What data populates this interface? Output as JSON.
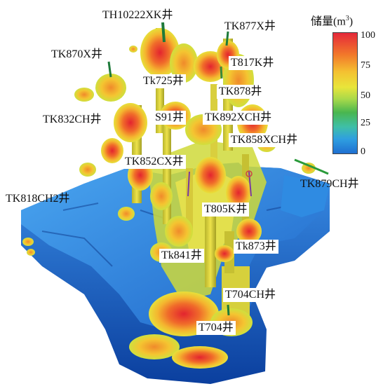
{
  "legend": {
    "title_main": "储量(m",
    "title_sup": "3",
    "title_end": ")",
    "ticks": [
      "100",
      "75",
      "50",
      "25",
      "0"
    ],
    "colors": {
      "high": "#e5283a",
      "mid_high": "#f4c031",
      "mid": "#49b64f",
      "low": "#2f9fe0",
      "base": "#1f6fd1"
    }
  },
  "wells": {
    "th10222xk": "TH10222XK井",
    "tk877x": "TK877X井",
    "tk870x": "TK870X井",
    "t817k": "T817K井",
    "tk725": "Tk725井",
    "tk878": "TK878井",
    "tk832ch": "TK832CH井",
    "s91": "S91井",
    "tk892xch": "TK892XCH井",
    "tk858xch": "TK858XCH井",
    "tk852cx": "TK852CX井",
    "tk879ch": "TK879CH井",
    "tk818ch2": "TK818CH2井",
    "t805k": "T805K井",
    "tk873": "Tk873井",
    "tk841": "Tk841井",
    "t704ch": "T704CH井",
    "t704": "T704井"
  }
}
